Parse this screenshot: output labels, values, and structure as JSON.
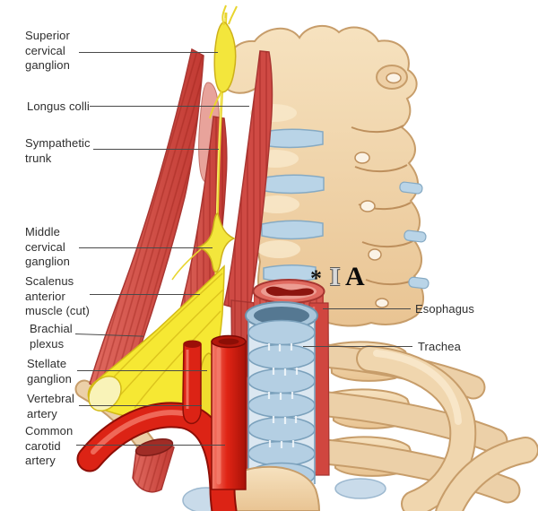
{
  "figure": {
    "type": "anatomical-diagram",
    "subject": "Cervical sympathetic trunk, neck vessels and viscera (anterolateral view)"
  },
  "labels": {
    "superior_cervical_ganglion": "Superior\ncervical\nganglion",
    "longus_colli": "Longus colli",
    "sympathetic_trunk": "Sympathetic\ntrunk",
    "middle_cervical_ganglion": "Middle\ncervical\nganglion",
    "scalenus_anterior": "Scalenus\nanterior\nmuscle (cut)",
    "brachial_plexus": "Brachial\nplexus",
    "stellate_ganglion": "Stellate\nganglion",
    "vertebral_artery": "Vertebral\nartery",
    "common_carotid_artery": "Common\ncarotid\nartery",
    "esophagus": "Esophagus",
    "trachea": "Trachea"
  },
  "markers": {
    "asterisk": "*",
    "i_bar": "I",
    "letter_a": "A"
  },
  "colors": {
    "bone": "#eed0a6",
    "bone_outline": "#c79d6a",
    "muscle_red": "#d0504a",
    "artery_red": "#e02415",
    "nerve_yellow": "#f3e63c",
    "cartilage_blue": "#b4cfe3",
    "esophagus_red": "#d6574e",
    "label_text": "#2e2e2e"
  }
}
